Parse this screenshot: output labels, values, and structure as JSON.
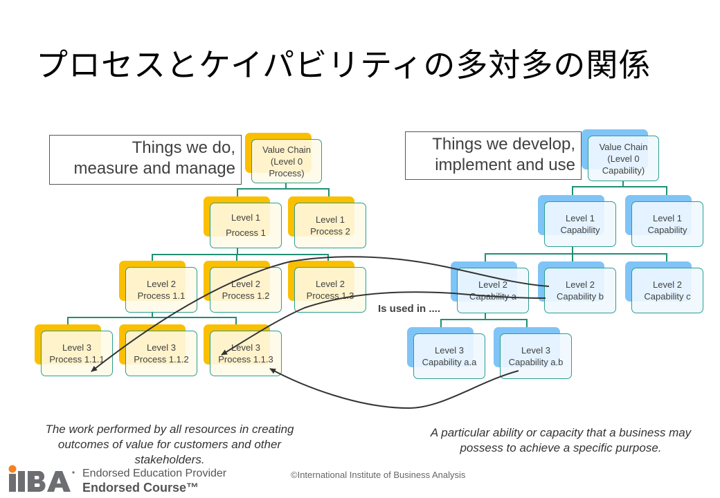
{
  "title": "プロセスとケイパビリティの多対多の関係",
  "process_side": {
    "label_line1": "Things we do,",
    "label_line2": "measure and manage",
    "root": {
      "line1": "Value Chain",
      "line2": "(Level 0",
      "line3": "Process)"
    },
    "level1": [
      {
        "line1": "Level 1",
        "line2": "Process 1"
      },
      {
        "line1": "Level 1",
        "line2": "Process 2"
      }
    ],
    "level2": [
      {
        "line1": "Level 2",
        "line2": "Process 1.1"
      },
      {
        "line1": "Level 2",
        "line2": "Process 1.2"
      },
      {
        "line1": "Level 2",
        "line2": "Process 1.3"
      }
    ],
    "level3": [
      {
        "line1": "Level 3",
        "line2": "Process 1.1.1"
      },
      {
        "line1": "Level 3",
        "line2": "Process 1.1.2"
      },
      {
        "line1": "Level 3",
        "line2": "Process 1.1.3"
      }
    ],
    "definition": "The work performed by all resources in creating outcomes of value for customers and other stakeholders.",
    "colors": {
      "shadow": "#fbbf00",
      "border": "#2a9d8f"
    }
  },
  "capability_side": {
    "label_line1": "Things we develop,",
    "label_line2": "implement and use",
    "root": {
      "line1": "Value Chain",
      "line2": "(Level 0",
      "line3": "Capability)"
    },
    "level1": [
      {
        "line1": "Level 1",
        "line2": "Capability"
      },
      {
        "line1": "Level 1",
        "line2": "Capability"
      }
    ],
    "level2": [
      {
        "line1": "Level 2",
        "line2": "Capability a"
      },
      {
        "line1": "Level 2",
        "line2": "Capability b"
      },
      {
        "line1": "Level 2",
        "line2": "Capability c"
      }
    ],
    "level3": [
      {
        "line1": "Level 3",
        "line2": "Capability a.a"
      },
      {
        "line1": "Level 3",
        "line2": "Capability a.b"
      }
    ],
    "definition": "A particular ability or capacity that a business may possess to achieve a specific purpose.",
    "colors": {
      "shadow": "#7fc4f7",
      "border": "#2a9d8f"
    }
  },
  "relation_label": "Is used in ....",
  "relations": [
    {
      "from": "Level 2 Capability b",
      "to": "Level 3 Process 1.1.1"
    },
    {
      "from": "Level 2 Capability b",
      "to": "Level 3 Process 1.1.3"
    },
    {
      "from": "Level 3 Capability a.b",
      "to": "Level 3 Process 1.1.3"
    }
  ],
  "footer": {
    "logo_text": "IIBA",
    "endorse_line1": "Endorsed Education Provider",
    "endorse_line2": "Endorsed Course™",
    "copyright": "©International Institute of Business Analysis"
  }
}
